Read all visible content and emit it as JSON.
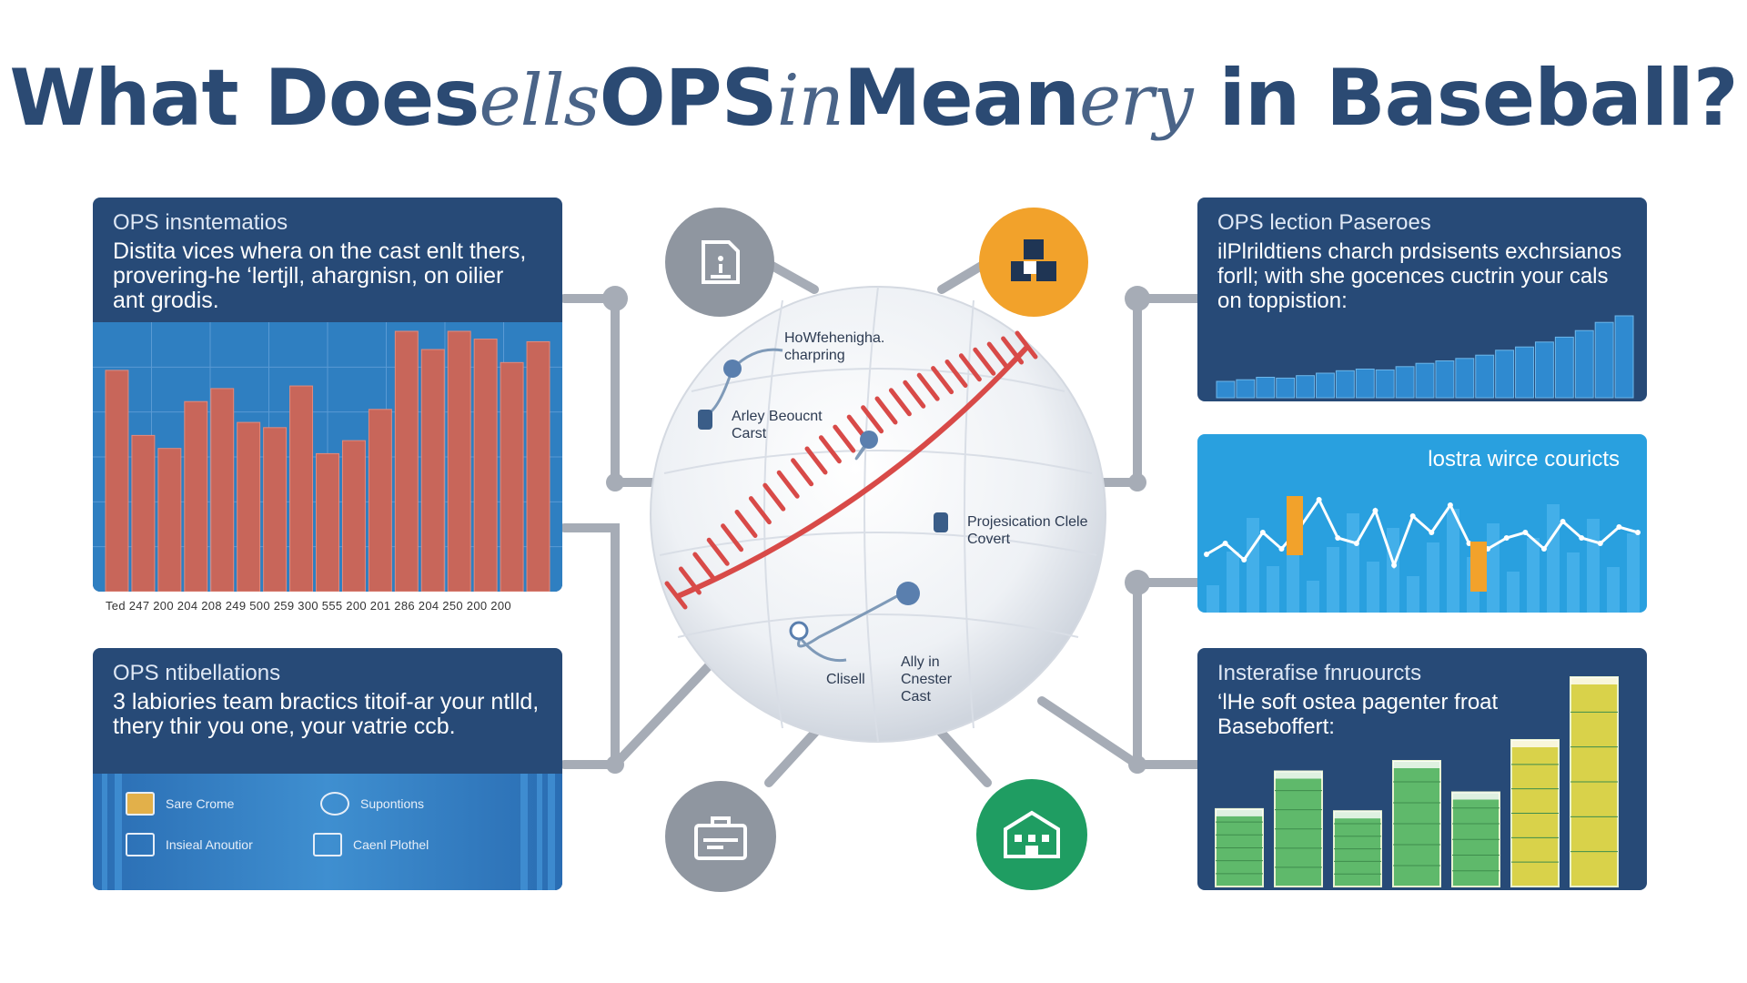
{
  "title": {
    "part1": "What Does",
    "script1": "ells",
    "part2": "OPS",
    "script2": "in",
    "part3": "Mean",
    "script3": "ery",
    "part4": "in Baseball?"
  },
  "panels": {
    "top_left": {
      "title": "OPS insntematios",
      "body": "Distita vices whera on the cast enlt thers, provering-he ‘lertjll, ahargnisn, on oilier ant grodis.",
      "axis_labels": "Ted 247 200 204 208 249 500 259 300 555 200 201 286 204 250 200 200"
    },
    "bottom_left": {
      "title": "OPS ntibellations",
      "body": "3 labiories team bractics titoif-ar your ntlld, thery thir you one, your vatrie ccb.",
      "items": [
        {
          "label": "Sare Crome",
          "icon": "folder-icon"
        },
        {
          "label": "Supontions",
          "icon": "settings-icon"
        },
        {
          "label": "Insieal Anoutior",
          "icon": "chart-icon"
        },
        {
          "label": "Caenl Plothel",
          "icon": "document-icon"
        }
      ]
    },
    "top_right": {
      "title": "OPS lection Paseroes",
      "body": "ilPlrildtiens charch prdsisents exchrsianos forll; with she gocences cuctrin your cals on toppistion:"
    },
    "middle_right": {
      "title": "lostra wirce couricts"
    },
    "bottom_right": {
      "title": "Insterafise fnruourcts",
      "body": "‘lHe soft ostea pagenter froat Baseboffert:"
    }
  },
  "center": {
    "annotations": [
      {
        "text": "HoWfehenigha.\ncharpring"
      },
      {
        "text": "Arley Beoucnt\nCarst"
      },
      {
        "text": "Projesication Clele\nCovert"
      },
      {
        "text": "Clisell"
      },
      {
        "text": "Ally in\nCnester\nCast"
      }
    ],
    "nodes": [
      {
        "icon": "document-icon",
        "color": "#8f96a0"
      },
      {
        "icon": "blocks-icon",
        "color": "#f2a22b"
      },
      {
        "icon": "briefcase-icon",
        "color": "#8f96a0"
      },
      {
        "icon": "building-icon",
        "color": "#1f9d62"
      }
    ]
  },
  "colors": {
    "panel": "#274a77",
    "title": "#2b4a73",
    "bar_red": "#c8665a",
    "chart_blue": "#2f7fc1",
    "accent_orange": "#f2a22b",
    "accent_green": "#1f9d62"
  },
  "chart_data": [
    {
      "type": "bar",
      "values": [
        0.85,
        0.6,
        0.55,
        0.73,
        0.78,
        0.65,
        0.63,
        0.79,
        0.53,
        0.58,
        0.7,
        1.0,
        0.93,
        1.0,
        0.97,
        0.88,
        0.96
      ]
    },
    {
      "type": "bar",
      "values": [
        0.2,
        0.22,
        0.25,
        0.24,
        0.27,
        0.3,
        0.33,
        0.35,
        0.34,
        0.38,
        0.42,
        0.45,
        0.48,
        0.52,
        0.58,
        0.62,
        0.68,
        0.74,
        0.82,
        0.92,
        1.0
      ]
    },
    {
      "type": "line",
      "values": [
        0.4,
        0.5,
        0.35,
        0.6,
        0.45,
        0.65,
        0.9,
        0.55,
        0.5,
        0.8,
        0.3,
        0.75,
        0.6,
        0.85,
        0.5,
        0.45,
        0.55,
        0.6,
        0.45,
        0.7,
        0.55,
        0.5,
        0.65,
        0.6
      ]
    },
    {
      "type": "bar",
      "values": [
        0.37,
        0.55,
        0.36,
        0.6,
        0.45,
        0.7,
        1.0
      ]
    }
  ]
}
